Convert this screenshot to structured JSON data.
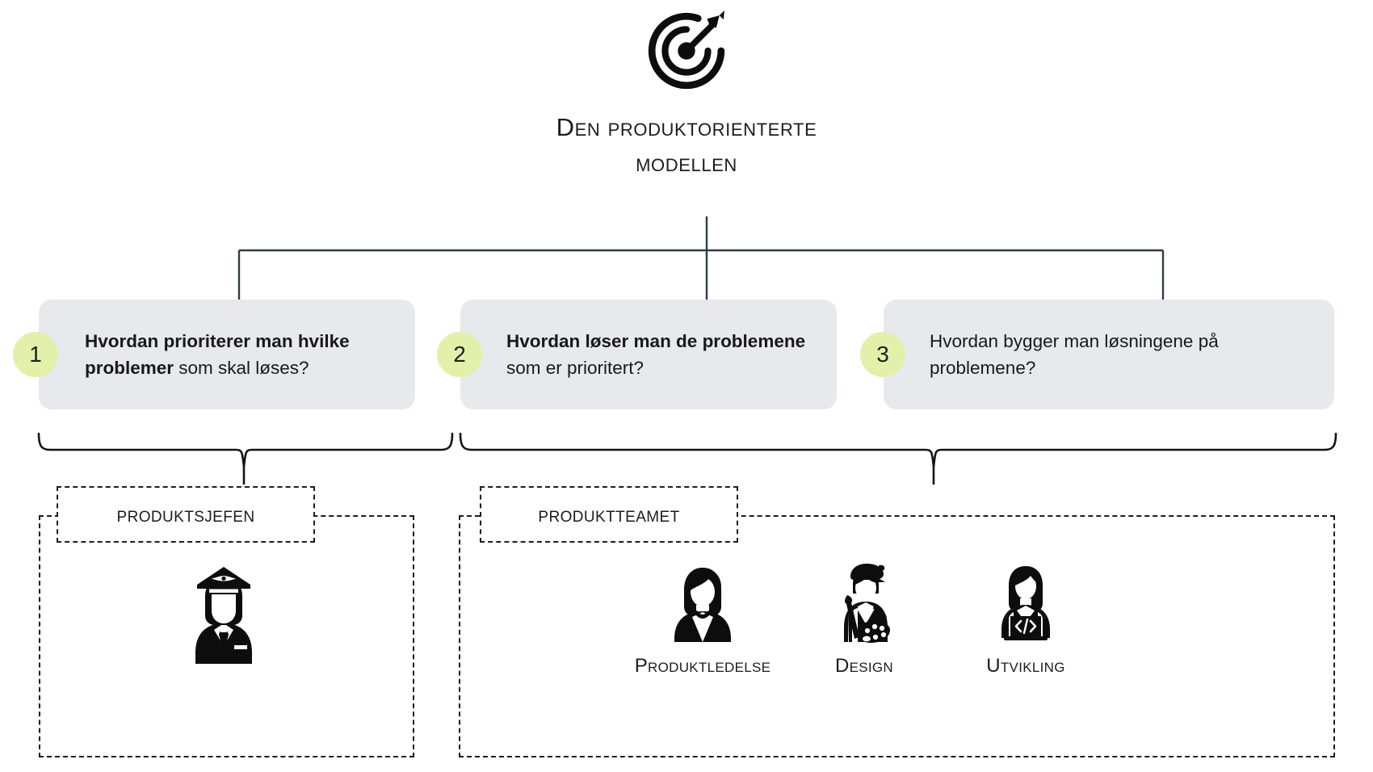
{
  "header": {
    "icon": "target-arrow-icon",
    "title_line_1": "Den produktorienterte",
    "title_line_2": "modellen"
  },
  "cards": [
    {
      "number": "1",
      "text_bold": "Hvordan prioriterer man hvilke problemer",
      "text_regular": " som skal løses?",
      "full_text": "Hvordan prioriterer man hvilke problemer som skal løses?"
    },
    {
      "number": "2",
      "text_bold": "Hvordan løser man de problemene",
      "text_regular": " som er prioritert?",
      "full_text": "Hvordan løser man de problemene som er prioritert?"
    },
    {
      "number": "3",
      "text_bold": "",
      "text_regular": "Hvordan bygger man løsningene på problemene?",
      "full_text": "Hvordan bygger man løsningene på problemene?"
    }
  ],
  "groups": [
    {
      "label": "Produktsjefen",
      "icon": "captain-person-icon"
    },
    {
      "label": "Produktteamet"
    }
  ],
  "roles": [
    {
      "label": "Produktledelse",
      "icon": "business-person-icon"
    },
    {
      "label": "Design",
      "icon": "artist-palette-person-icon"
    },
    {
      "label": "Utvikling",
      "icon": "developer-laptop-person-icon"
    }
  ],
  "colors": {
    "card_background": "#e7e9ed",
    "badge_background": "#e3f0a9",
    "connector_line": "#2e3d46",
    "brace_line": "#151515",
    "text": "#1a1a1a",
    "page_background": "#ffffff"
  }
}
